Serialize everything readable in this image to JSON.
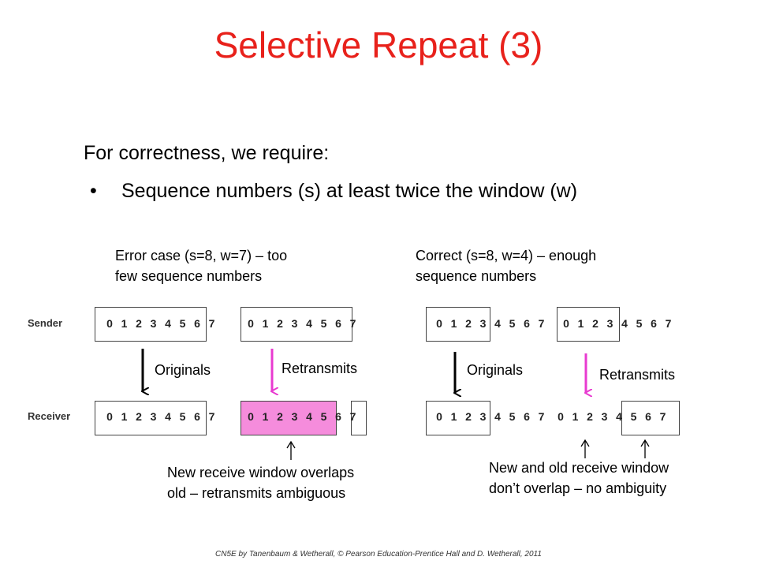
{
  "title": "Selective Repeat (3)",
  "intro": "For correctness, we require:",
  "bullet": {
    "symbol": "•",
    "text": "Sequence numbers (s) at least twice the window (w)"
  },
  "left_case": {
    "caption_line1": "Error case (s=8, w=7) – too",
    "caption_line2": "few sequence numbers",
    "originals_label": "Originals",
    "retransmits_label": "Retransmits",
    "note_line1": "New receive window overlaps",
    "note_line2": "old –  retransmits ambiguous",
    "sender_first": [
      "0",
      "1",
      "2",
      "3",
      "4",
      "5",
      "6",
      "7"
    ],
    "sender_second": [
      "0",
      "1",
      "2",
      "3",
      "4",
      "5",
      "6",
      "7"
    ],
    "receiver_first": [
      "0",
      "1",
      "2",
      "3",
      "4",
      "5",
      "6",
      "7"
    ],
    "receiver_second": [
      "0",
      "1",
      "2",
      "3",
      "4",
      "5",
      "6",
      "7"
    ]
  },
  "right_case": {
    "caption_line1": "Correct (s=8, w=4) – enough",
    "caption_line2": "sequence numbers",
    "originals_label": "Originals",
    "retransmits_label": "Retransmits",
    "note_line1": "New and old receive window",
    "note_line2": "don’t overlap –  no ambiguity",
    "sender_first": [
      "0",
      "1",
      "2",
      "3",
      "4",
      "5",
      "6",
      "7"
    ],
    "sender_second": [
      "0",
      "1",
      "2",
      "3",
      "4",
      "5",
      "6",
      "7"
    ],
    "receiver_first": [
      "0",
      "1",
      "2",
      "3",
      "4",
      "5",
      "6",
      "7"
    ],
    "receiver_second": [
      "0",
      "1",
      "2",
      "3",
      "4",
      "5",
      "6",
      "7"
    ]
  },
  "row_labels": {
    "sender": "Sender",
    "receiver": "Receiver"
  },
  "colors": {
    "title": "#e8211b",
    "highlight": "#f58cdc",
    "retransmit_arrow": "#e83ad0"
  },
  "footer": "CN5E by Tanenbaum & Wetherall, © Pearson Education-Prentice Hall and D. Wetherall, 2011"
}
